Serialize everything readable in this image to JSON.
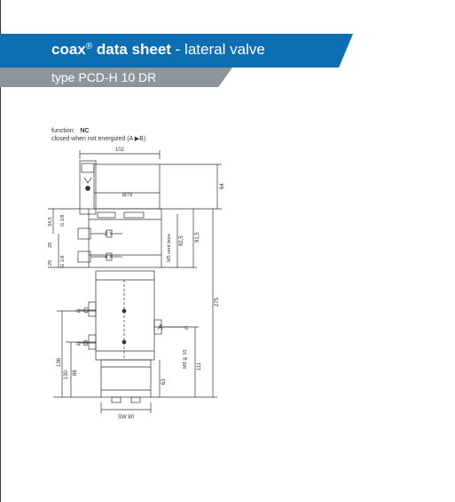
{
  "header": {
    "brand": "coax",
    "registered": "®",
    "title_bold": "data sheet",
    "title_rest": " - lateral valve",
    "type_line": "type  PCD-H 10 DR"
  },
  "function": {
    "label": "function:",
    "value": "NC",
    "description": "closed when not energized (A ▶B)"
  },
  "drawing": {
    "dims": {
      "width_top": "102",
      "diameter": "Ø79",
      "d64": "64",
      "d275": "275",
      "d91_5": "91,5",
      "d82_5": "82,5",
      "d34_5": "34,5",
      "d28": "28",
      "d29": "29",
      "d130": "130",
      "d136": "136",
      "d86": "86",
      "d111": "111",
      "d63": "63",
      "sw80": "SW 80"
    },
    "labels": {
      "g18": "G 1/8",
      "g10": "G 1/8",
      "vent": "M5  vent bore",
      "port2y": "2 Y",
      "port4x": "4 X",
      "portA": "A",
      "portB": "B",
      "portC": "C",
      "g_a": "G",
      "g_b": "G",
      "g_c": "G",
      "m8": "M8 ⪆ 10"
    }
  }
}
